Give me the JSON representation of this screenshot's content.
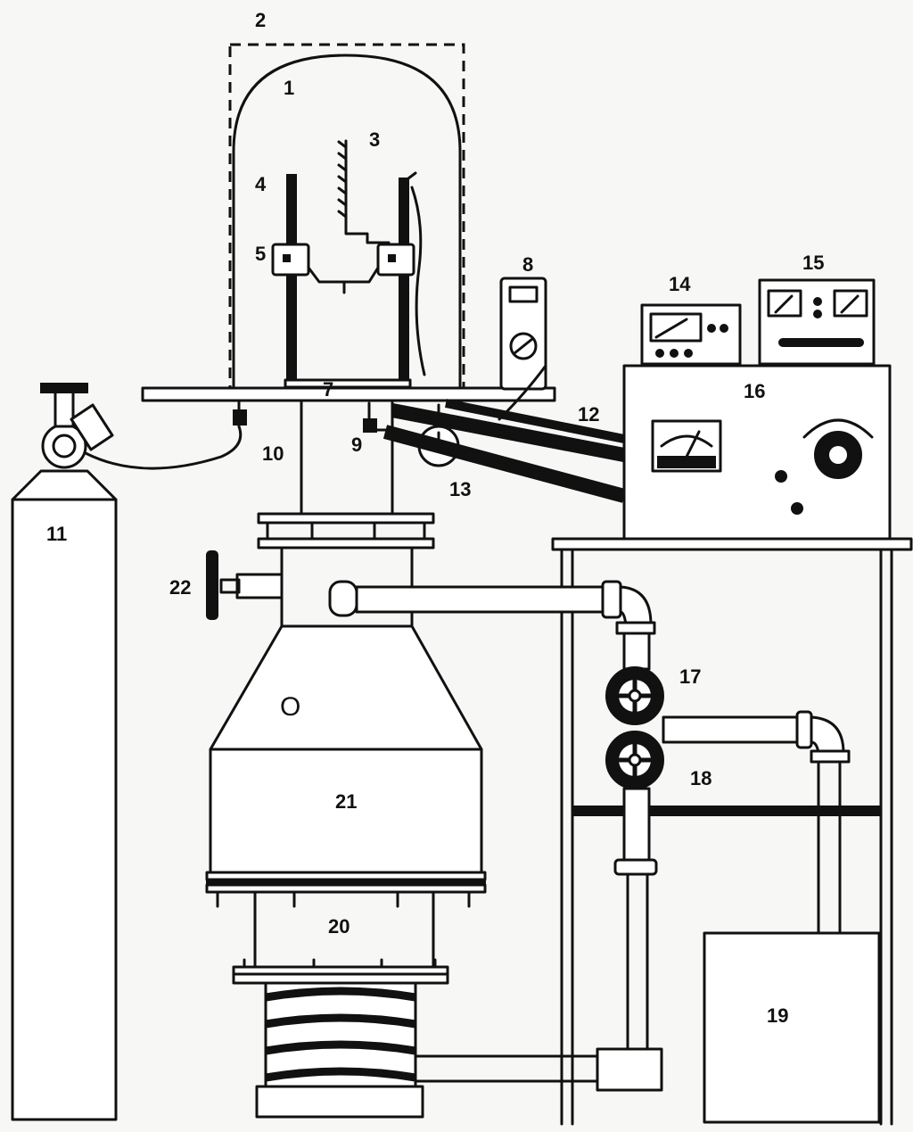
{
  "diagram": {
    "labels": {
      "dome": "1",
      "enclosure": "2",
      "heater_coil": "3",
      "electrode_post": "4",
      "clamp": "5",
      "base_plate": "7",
      "gauge": "8",
      "valve_small": "9",
      "column": "10",
      "gas_cylinder": "11",
      "cables": "12",
      "pressure_gauge": "13",
      "meter_unit": "14",
      "control_box": "15",
      "power_supply": "16",
      "valve_upper": "17",
      "valve_lower": "18",
      "rotary_pump": "19",
      "bellows_section": "20",
      "diffusion_pump": "21",
      "handwheel_valve": "22"
    },
    "pump_port_mark": "O"
  },
  "colors": {
    "ink": "#111111",
    "paper": "#f7f7f5"
  }
}
